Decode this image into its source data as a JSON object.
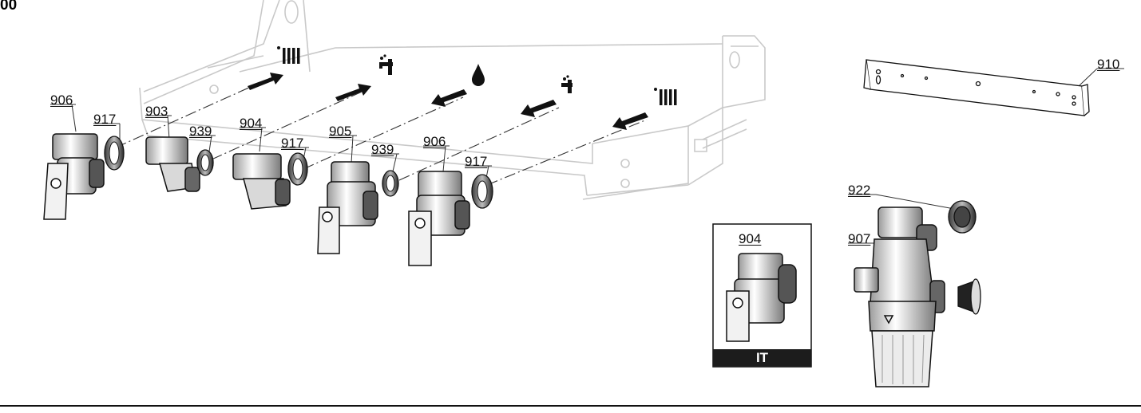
{
  "corner_text": "00",
  "part_labels": [
    "906",
    "917",
    "903",
    "939",
    "904",
    "917",
    "905",
    "939",
    "906",
    "917",
    "910",
    "922",
    "907",
    "904"
  ],
  "inset_caption": "IT"
}
